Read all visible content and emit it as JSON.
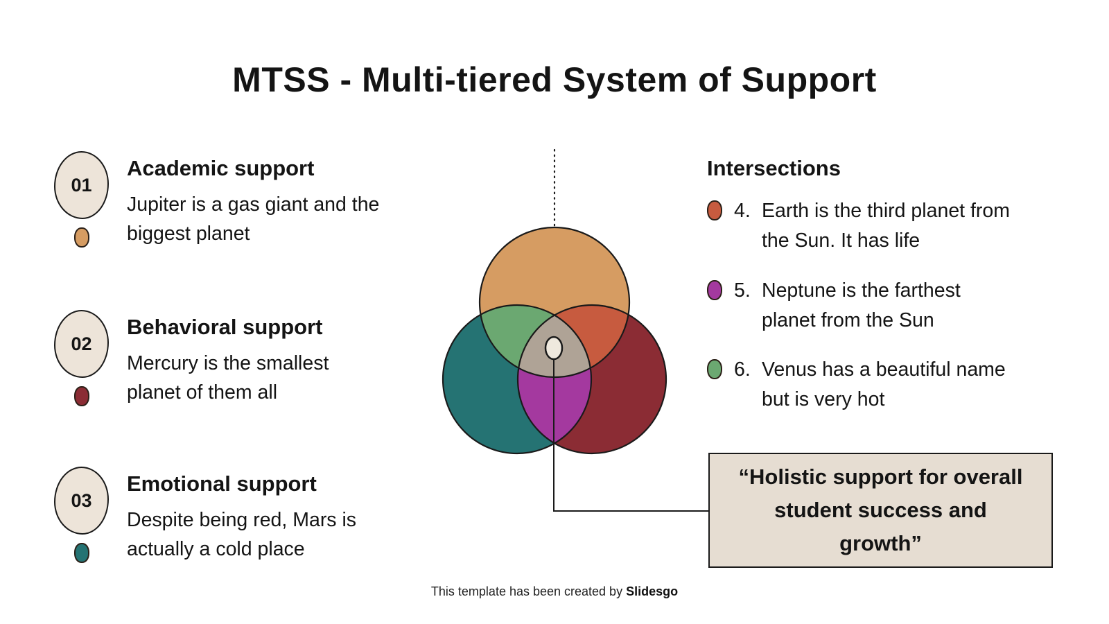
{
  "slide": {
    "title": "MTSS - Multi-tiered System of Support",
    "background_color": "#FFFFFF",
    "text_color": "#141414",
    "badge_bg": "#EDE4D9"
  },
  "tiers": [
    {
      "number": "01",
      "title": "Academic support",
      "description": "Jupiter is a gas giant and the biggest planet",
      "dot_color": "#D69C62"
    },
    {
      "number": "02",
      "title": "Behavioral support",
      "description": "Mercury is the smallest planet of them all",
      "dot_color": "#8B2C34"
    },
    {
      "number": "03",
      "title": "Emotional support",
      "description": "Despite being red, Mars is actually a cold place",
      "dot_color": "#257373"
    }
  ],
  "intersections": {
    "heading": "Intersections",
    "items": [
      {
        "number": "4.",
        "text": "Earth is the third planet from the Sun. It has life",
        "dot_color": "#C75B3F"
      },
      {
        "number": "5.",
        "text": "Neptune is the farthest planet from the Sun",
        "dot_color": "#A4399F"
      },
      {
        "number": "6.",
        "text": "Venus has a beautiful name but is very hot",
        "dot_color": "#6BA871"
      }
    ]
  },
  "venn": {
    "top_circle_color": "#D69C62",
    "left_circle_color": "#257373",
    "right_circle_color": "#8B2C34",
    "overlap_top_left_color": "#6BA871",
    "overlap_top_right_color": "#C75B3F",
    "overlap_bottom_color": "#A4399F",
    "overlap_center_color": "#AFA396",
    "center_dot_color": "#EFE9DE",
    "outline_color": "#1A1A1A"
  },
  "quote": {
    "text": "“Holistic support for overall student success and growth”",
    "bg_color": "#E6DDD2"
  },
  "footer": {
    "prefix": "This template has been created by ",
    "brand": "Slidesgo"
  }
}
